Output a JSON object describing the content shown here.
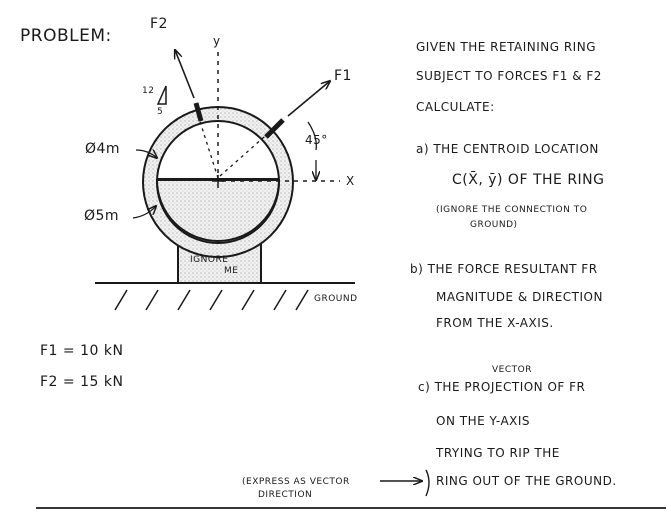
{
  "heading": "PROBLEM:",
  "diagram": {
    "force2_label": "F2",
    "force1_label": "F1",
    "y_axis_label": "y",
    "x_axis_label": "X",
    "slope_rise": "12",
    "slope_run": "5",
    "angle_label": "45°",
    "inner_diameter": "Ø4m",
    "outer_diameter": "Ø5m",
    "support_label_1": "IGNORE",
    "support_label_2": "ME",
    "ground_label": "GROUND"
  },
  "given": {
    "f1": "F1 = 10 kN",
    "f2": "F2 = 15 kN"
  },
  "statement": {
    "line1": "GIVEN THE RETAINING RING",
    "line2": "SUBJECT TO FORCES F1 & F2",
    "calculate": "CALCULATE:"
  },
  "part_a": {
    "line1": "a) THE CENTROID LOCATION",
    "line2": "C(X̄, ȳ) OF THE RING",
    "note1": "(IGNORE THE CONNECTION TO",
    "note2": "GROUND)"
  },
  "part_b": {
    "line1": "b) THE FORCE RESULTANT FR",
    "line2": "MAGNITUDE & DIRECTION",
    "line3": "FROM THE X-AXIS."
  },
  "part_c": {
    "vector_note": "VECTOR",
    "line1": "c) THE PROJECTION OF FR",
    "line2": "ON THE Y-AXIS",
    "line3": "TRYING TO RIP THE",
    "line4": "RING OUT OF THE GROUND.",
    "express_note_1": "(EXPRESS AS VECTOR",
    "express_note_2": "DIRECTION"
  }
}
